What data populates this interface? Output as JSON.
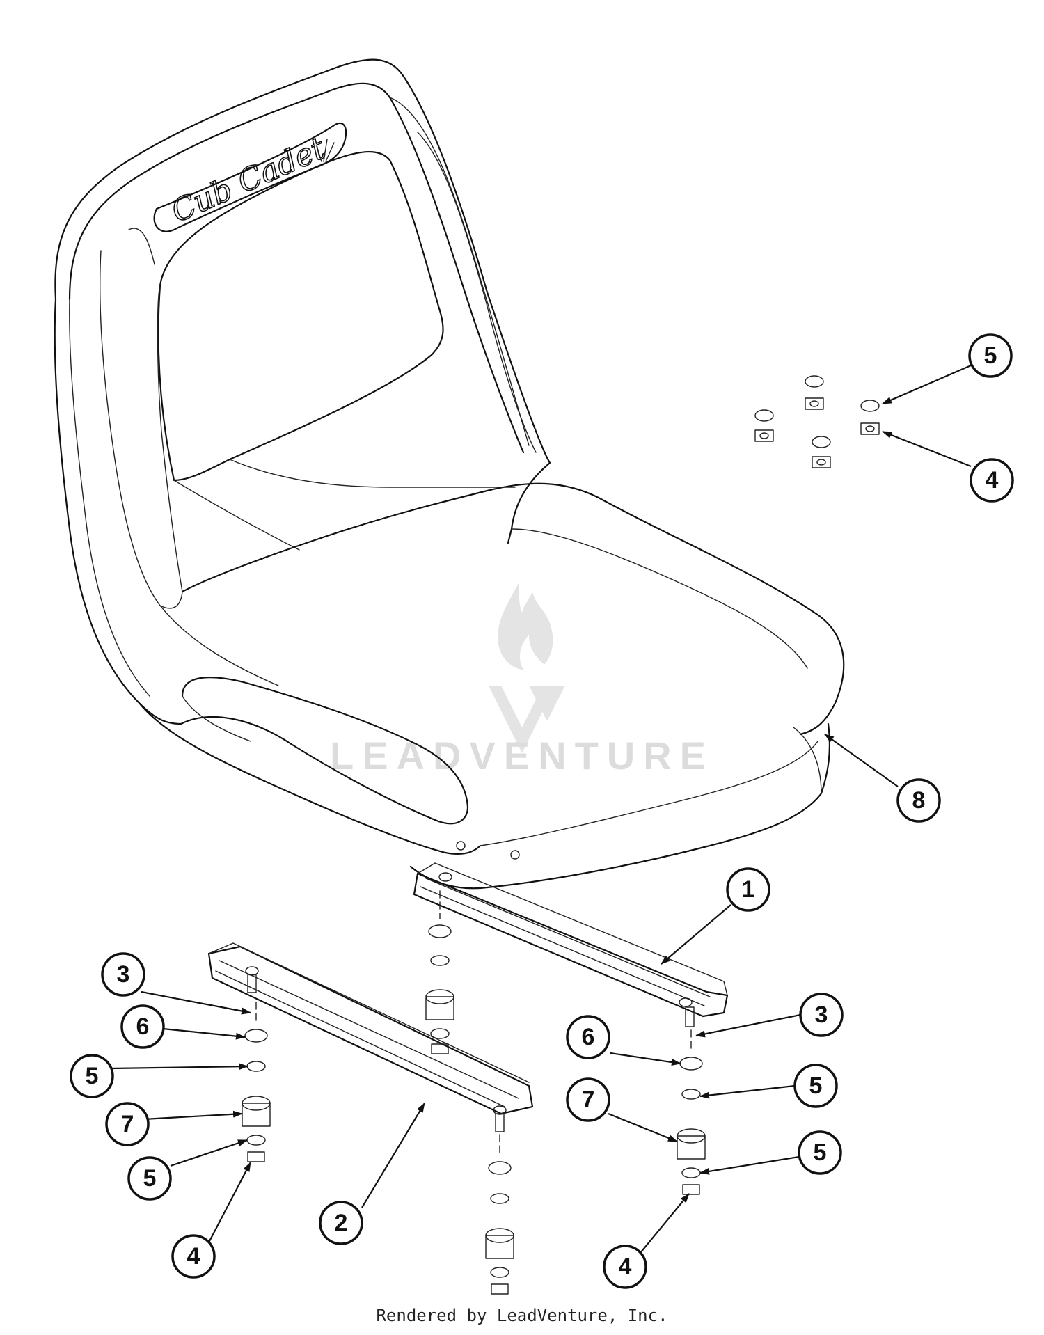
{
  "seat": {
    "brand_logo_text": "Cub Cadet",
    "watermark_text": "LEADVENTURE"
  },
  "callouts": [
    {
      "id": "c-5a",
      "label": "5"
    },
    {
      "id": "c-4a",
      "label": "4"
    },
    {
      "id": "c-8",
      "label": "8"
    },
    {
      "id": "c-1",
      "label": "1"
    },
    {
      "id": "c-3a",
      "label": "3"
    },
    {
      "id": "c-6a",
      "label": "6"
    },
    {
      "id": "c-5b",
      "label": "5"
    },
    {
      "id": "c-7a",
      "label": "7"
    },
    {
      "id": "c-5c",
      "label": "5"
    },
    {
      "id": "c-4b",
      "label": "4"
    },
    {
      "id": "c-2",
      "label": "2"
    },
    {
      "id": "c-3b",
      "label": "3"
    },
    {
      "id": "c-6b",
      "label": "6"
    },
    {
      "id": "c-7b",
      "label": "7"
    },
    {
      "id": "c-5d",
      "label": "5"
    },
    {
      "id": "c-5e",
      "label": "5"
    },
    {
      "id": "c-4c",
      "label": "4"
    }
  ],
  "footer": {
    "text": "Rendered by LeadVenture, Inc."
  }
}
